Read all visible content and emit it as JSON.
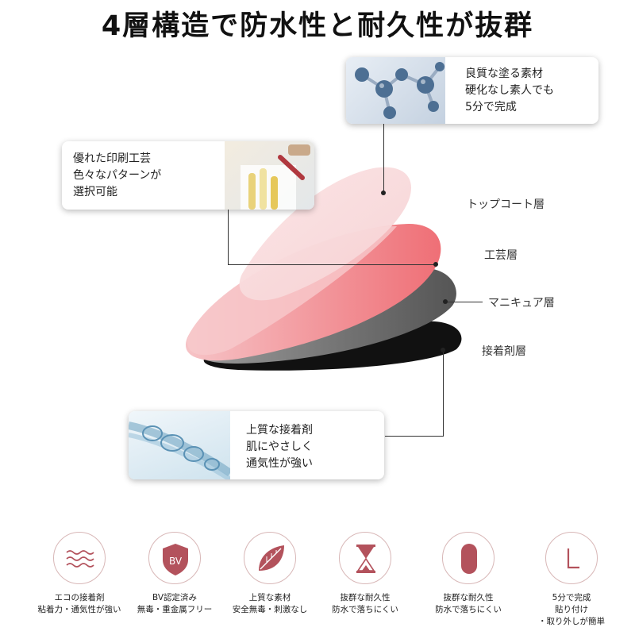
{
  "title": "4層構造で防水性と耐久性が抜群",
  "cards": {
    "top_right": {
      "lines": [
        "良質な塗る素材",
        "硬化なし素人でも",
        "5分で完成"
      ]
    },
    "mid_left": {
      "lines": [
        "優れた印刷工芸",
        "色々なパターンが",
        "選択可能"
      ]
    },
    "bottom": {
      "lines": [
        "上質な接着剤",
        "肌にやさしく",
        "通気性が強い"
      ]
    }
  },
  "layers": [
    "トップコート層",
    "工芸層",
    "マニキュア層",
    "接着剤層"
  ],
  "features": [
    {
      "icon": "waves-icon",
      "lines": [
        "エコの接着剤",
        "粘着力・通気性が強い"
      ]
    },
    {
      "icon": "bv-shield-icon",
      "badge": "BV",
      "lines": [
        "BV認定済み",
        "無毒・重金属フリー"
      ]
    },
    {
      "icon": "leaf-icon",
      "lines": [
        "上質な素材",
        "安全無毒・刺激なし"
      ]
    },
    {
      "icon": "hourglass-icon",
      "lines": [
        "抜群な耐久性",
        "防水で落ちにくい"
      ]
    },
    {
      "icon": "nail-icon",
      "lines": [
        "抜群な耐久性",
        "防水で落ちにくい"
      ]
    },
    {
      "icon": "clock-icon",
      "lines": [
        "5分で完成",
        "貼り付け",
        "・取り外しが簡単"
      ]
    }
  ],
  "colors": {
    "accent": "#b3525c",
    "icon_border": "#d8b7b7"
  }
}
